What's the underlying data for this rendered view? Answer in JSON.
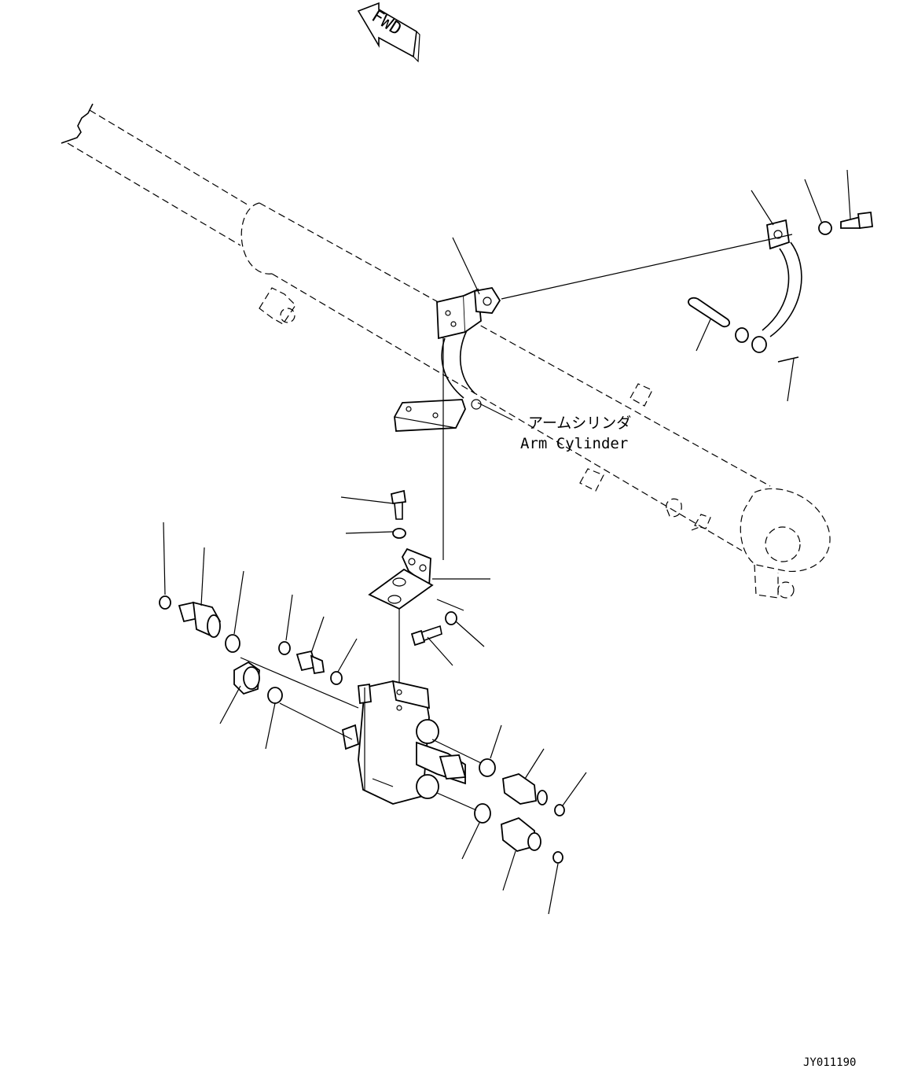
{
  "direction_marker": {
    "label": "FWD"
  },
  "callout": {
    "label_jp": "アームシリンダ",
    "label_en": "Arm Cylinder"
  },
  "drawing_number": "JY011190"
}
